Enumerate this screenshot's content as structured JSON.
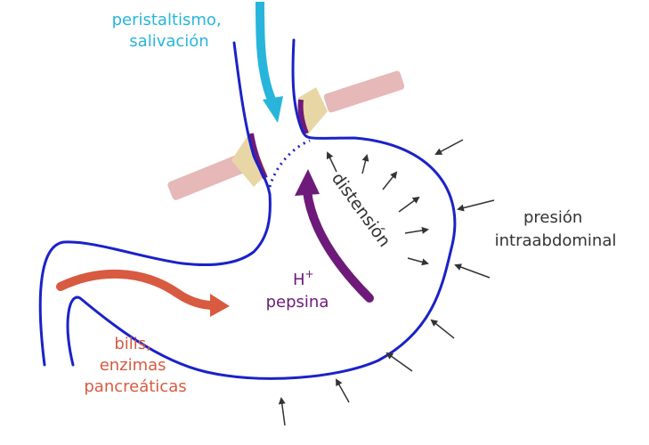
{
  "labels": {
    "peristalsis_line1": "peristaltismo,",
    "peristalsis_line2": "salivación",
    "distension": "distensión",
    "pressure_line1": "presión",
    "pressure_line2": "intraabdominal",
    "h_base": "H",
    "h_sup": "+",
    "pepsin": "pepsina",
    "bile_line1": "bilis,",
    "bile_line2": "enzimas",
    "bile_line3": "pancreáticas"
  },
  "colors": {
    "stomach_outline": "#1a22c8",
    "peristalsis": "#27b5dc",
    "acid": "#6e1a7a",
    "bile": "#d85a40",
    "pressure_arrows": "#333333",
    "diaphragm": "#e6b8b8",
    "sphincter_pad": "#e8d7a4",
    "label_dark": "#333333"
  }
}
